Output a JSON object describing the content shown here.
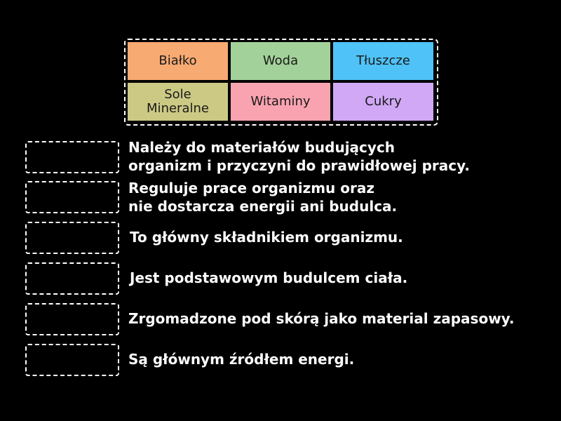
{
  "activity": {
    "type": "match-up",
    "background_color": "#000000"
  },
  "tiles": [
    {
      "label": "Białko",
      "color": "#f7aa72"
    },
    {
      "label": "Woda",
      "color": "#a3d19a"
    },
    {
      "label": "Tłuszcze",
      "color": "#4fc3f7"
    },
    {
      "label": "Sole Mineralne",
      "line1": "Sole",
      "line2": "Mineralne",
      "color": "#cbc984"
    },
    {
      "label": "Witaminy",
      "color": "#f9a3b1"
    },
    {
      "label": "Cukry",
      "color": "#d0a8f5"
    }
  ],
  "rows": [
    {
      "slot_value": "",
      "line1": "Należy do materiałów budujących",
      "line2": "organizm i przyczyni do prawidłowej pracy."
    },
    {
      "slot_value": "",
      "line1": "Reguluje prace organizmu oraz",
      "line2": "nie dostarcza energii ani budulca."
    },
    {
      "slot_value": "",
      "line1": "To główny składnikiem organizmu."
    },
    {
      "slot_value": "",
      "line1": "Jest podstawowym budulcem ciała."
    },
    {
      "slot_value": "",
      "line1": "Zrgomadzone pod skórą jako material zapasowy."
    },
    {
      "slot_value": "",
      "line1": "Są głównym źródłem energi."
    }
  ]
}
